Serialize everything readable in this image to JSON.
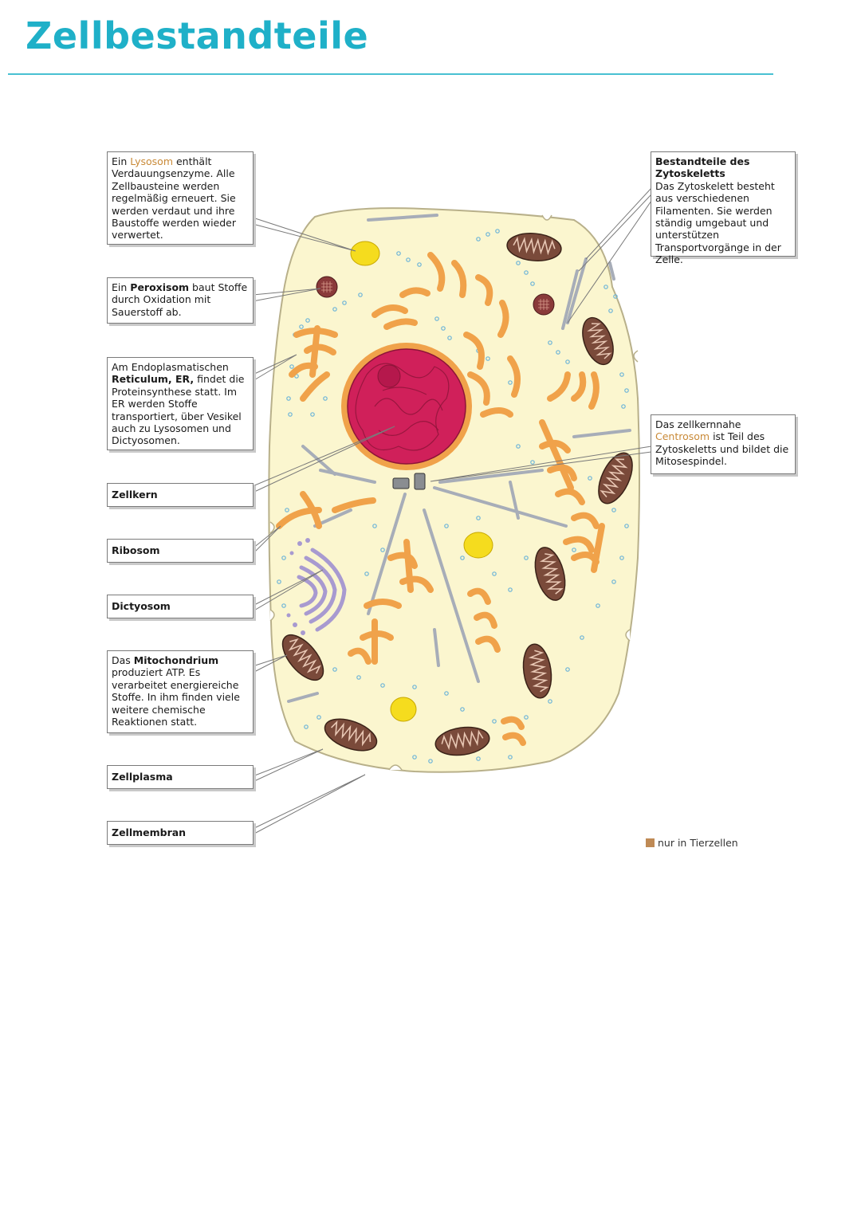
{
  "page": {
    "title": "Zellbestandteile"
  },
  "callouts": {
    "lysosom": {
      "pre": "Ein ",
      "term": "Lysosom",
      "post": " enthält Verdauungsenzyme. Alle Zellbausteine werden regelmäßig erneuert. Sie werden verdaut und ihre Baustoffe werden wieder verwertet."
    },
    "peroxisom": {
      "pre": "Ein ",
      "term": "Peroxisom",
      "post": " baut Stoffe durch Oxidation mit Sauerstoff ab."
    },
    "er": {
      "pre": "Am Endoplasmatischen ",
      "term": "Reticulum, ER,",
      "post": " findet die Proteinsynthese statt. Im ER werden Stoffe transportiert, über Vesikel auch zu Lysosomen und Dictyosomen."
    },
    "zellkern": {
      "label": "Zellkern"
    },
    "ribosom": {
      "label": "Ribosom"
    },
    "dictyosom": {
      "label": "Dictyosom"
    },
    "mitochondrium": {
      "pre": "Das ",
      "term": "Mitochondrium",
      "post": " produziert ATP. Es verarbeitet energiereiche Stoffe. In ihm finden viele weitere chemische Reaktionen statt."
    },
    "zellplasma": {
      "label": "Zellplasma"
    },
    "zellmembran": {
      "label": "Zellmembran"
    },
    "zytoskelett": {
      "heading": "Bestandteile des Zytoskeletts",
      "body": "Das Zytoskelett besteht aus verschiedenen Filamenten. Sie werden ständig umgebaut und unterstützen Transportvorgänge in der Zelle."
    },
    "centrosom": {
      "pre": "Das zellkernnahe ",
      "term": "Centrosom",
      "post": " ist Teil des Zytoskeletts und bildet die Mitosespindel."
    }
  },
  "legend": {
    "label": "nur in Tierzellen",
    "color": "#bf8a55"
  },
  "colors": {
    "title": "#1fb0c8",
    "cytoplasm": "#fbf6cf",
    "nucleus": "#d0205a",
    "er": "#f0a24a",
    "mitochondrion": "#7a4a3a",
    "lysosome": "#f5dc1e",
    "dictyosome": "#a89ad0",
    "cytoskeleton": "#a7adb8",
    "ribosome": "#6cb4d8"
  }
}
